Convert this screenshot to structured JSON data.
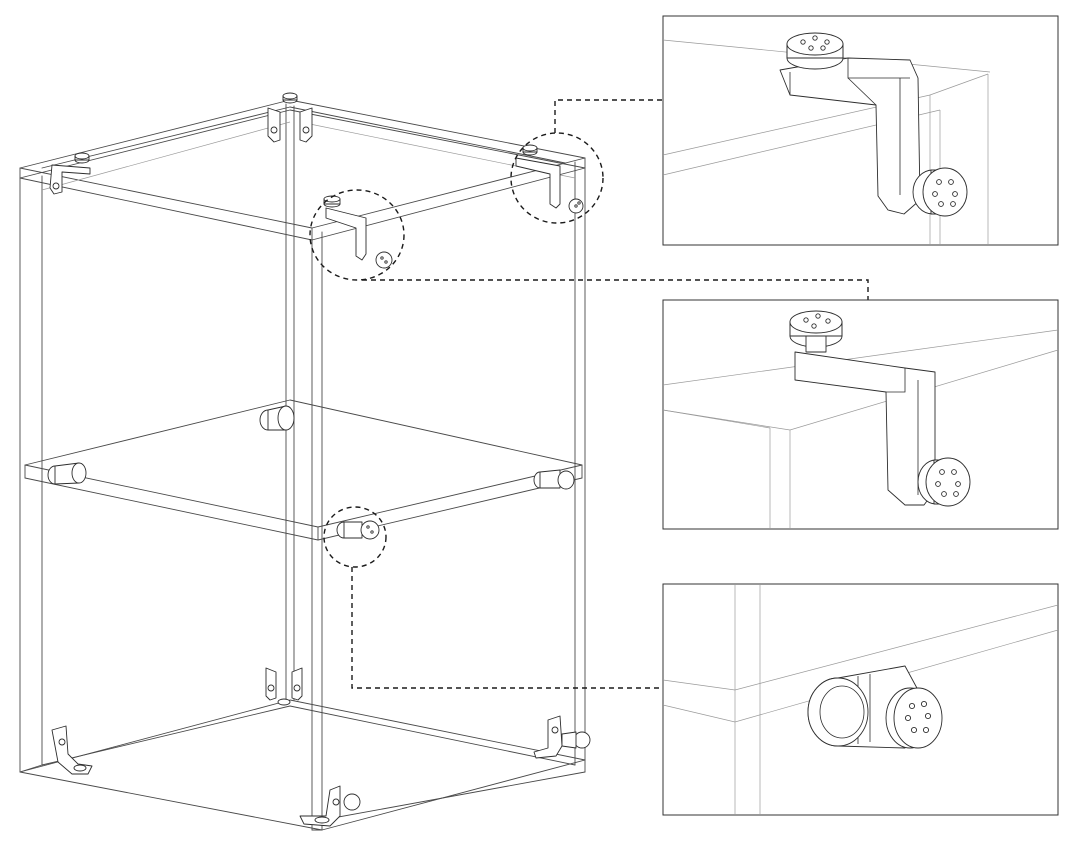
{
  "diagram": {
    "background": "#ffffff",
    "line_color": "#3a3a3a",
    "callout_color": "#1a1a1a",
    "parts": [
      {
        "name": "cabinet-carcass-icon"
      },
      {
        "name": "shelf-icon"
      },
      {
        "name": "l-bracket-connector-icon"
      },
      {
        "name": "shelf-pin-connector-icon"
      }
    ],
    "detail_views": [
      {
        "id": "detail-1",
        "depicts": "l-bracket-connector-icon"
      },
      {
        "id": "detail-2",
        "depicts": "l-bracket-connector-icon"
      },
      {
        "id": "detail-3",
        "depicts": "shelf-pin-connector-icon"
      }
    ]
  }
}
